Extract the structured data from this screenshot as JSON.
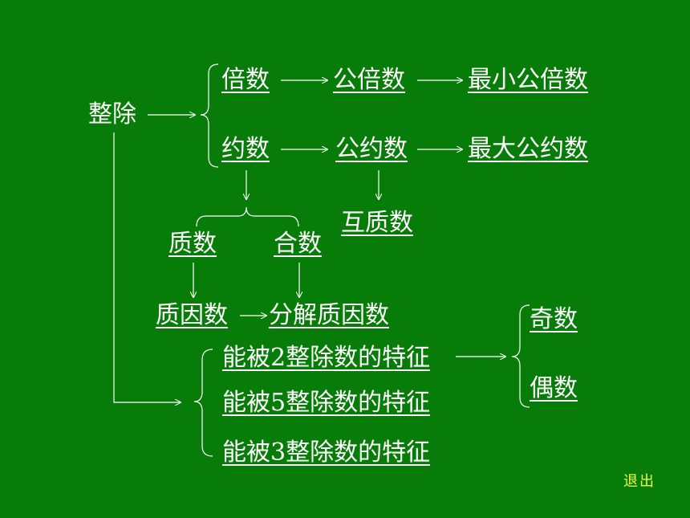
{
  "root": "整除",
  "multiple_row": {
    "a": "倍数",
    "b": "公倍数",
    "c": "最小公倍数"
  },
  "divisor_row": {
    "a": "约数",
    "b": "公约数",
    "c": "最大公约数"
  },
  "coprime": "互质数",
  "prime": "质数",
  "composite": "合数",
  "prime_factor": "质因数",
  "factorization": "分解质因数",
  "features": [
    "能被2整除数的特征",
    "能被5整除数的特征",
    "能被3整除数的特征"
  ],
  "odd": "奇数",
  "even": "偶数",
  "exit_label": "退出",
  "colors": {
    "background": "#087c08",
    "text": "#ffffff",
    "exit": "#e8ff40"
  }
}
